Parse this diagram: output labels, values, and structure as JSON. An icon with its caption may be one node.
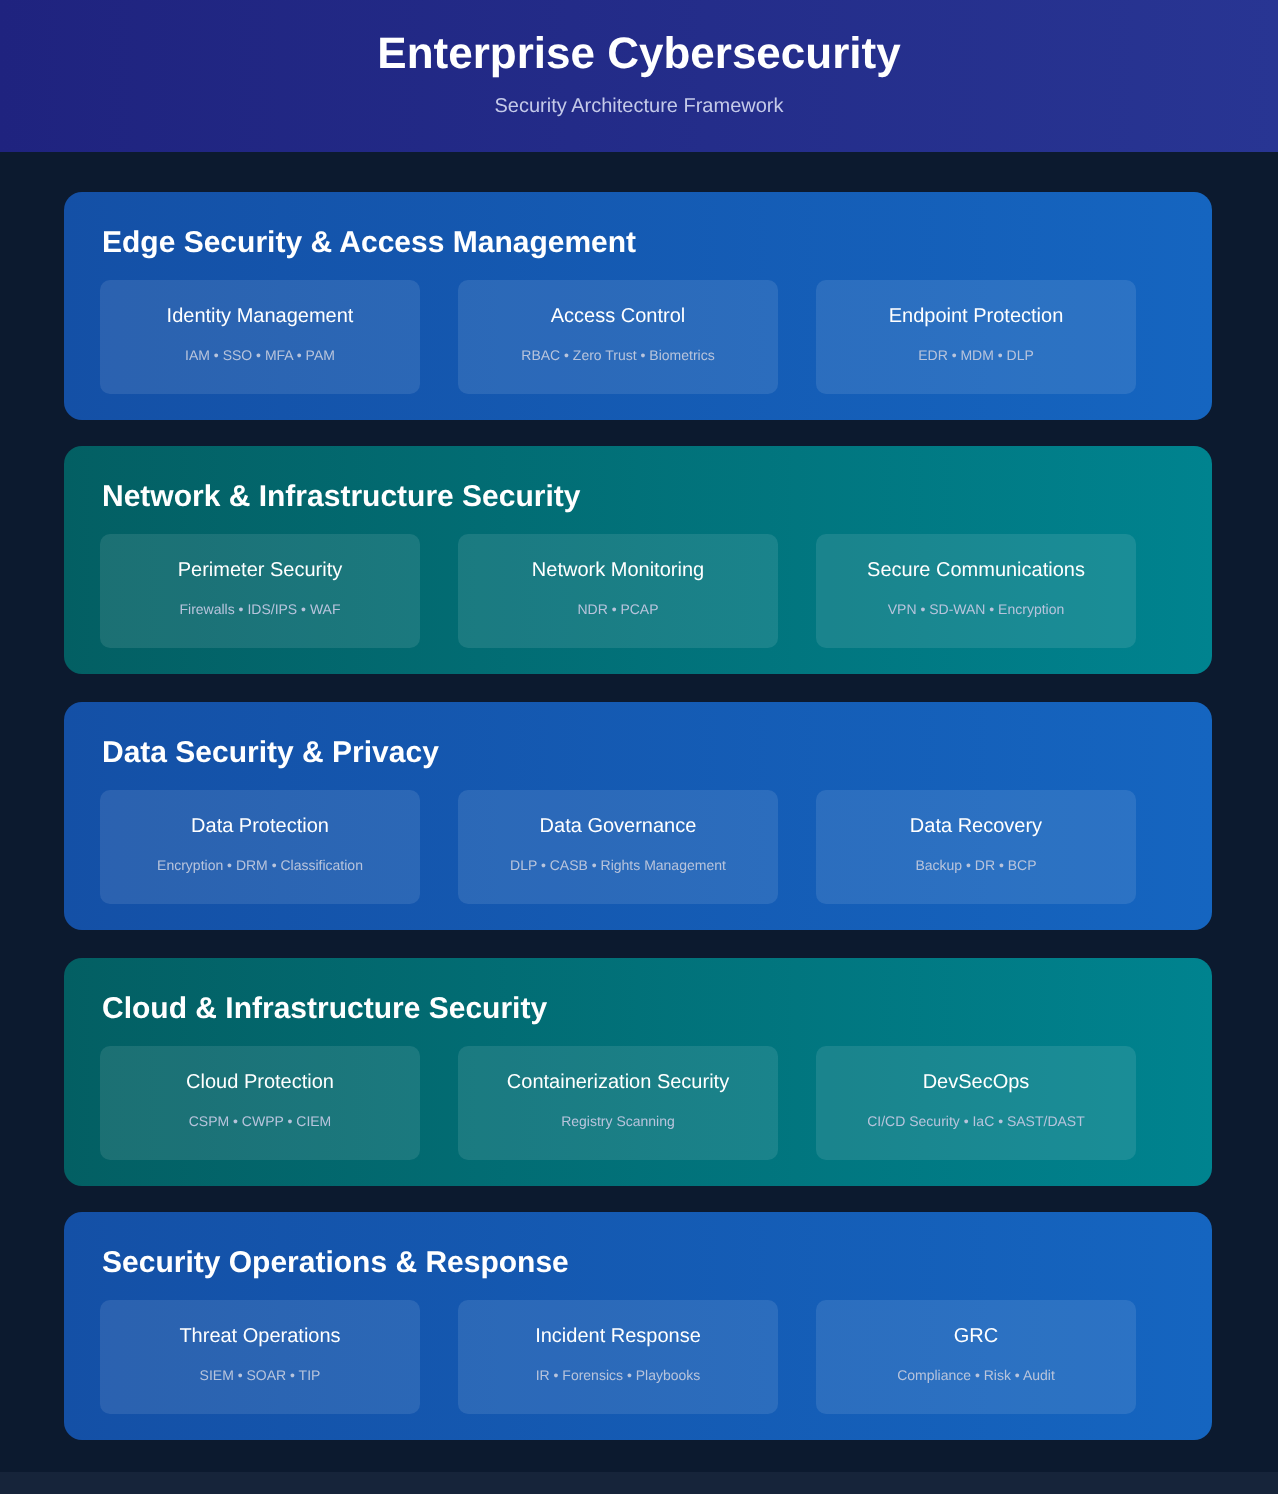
{
  "diagram": {
    "title": "Enterprise Cybersecurity",
    "nodes": [
      {
        "text": [
          "Edge Security & Access Management"
        ]
      },
      {
        "text": [
          "Identity Management",
          "IAM • SSO • MFA • PAM"
        ],
        "in": 0
      },
      {
        "text": [
          "Access Control",
          "RBAC • Zero Trust • Biometrics"
        ],
        "in": 0
      },
      {
        "text": [
          "Endpoint Protection",
          "EDR • MDM • DLP"
        ],
        "in": 0
      },
      {
        "text": [
          "Network & Infrastructure Security"
        ]
      },
      {
        "text": [
          "Perimeter Security",
          "Firewalls • IDS/IPS • WAF"
        ],
        "in": 4
      },
      {
        "text": [
          "Network Monitoring",
          "NDR • PCAP"
        ],
        "in": 4
      },
      {
        "text": [
          "Secure Communications",
          "VPN • SD-WAN • Encryption"
        ],
        "in": 4
      },
      {
        "text": [
          "Data Security & Privacy"
        ]
      },
      {
        "text": [
          "Data Protection",
          "Encryption • DRM • Classification"
        ],
        "in": 8
      },
      {
        "text": [
          "Data Governance",
          "DLP • CASB • Rights Management"
        ],
        "in": 8
      },
      {
        "text": [
          "Data Recovery",
          "Backup • DR • BCP"
        ],
        "in": 8
      },
      {
        "text": [
          "Cloud & Infrastructure Security"
        ]
      },
      {
        "text": [
          "Cloud Protection",
          "CSPM • CWPP • CIEM"
        ],
        "in": 12
      },
      {
        "text": [
          "Containerization Security",
          "Registry Scanning"
        ],
        "in": 12
      },
      {
        "text": [
          "DevSecOps",
          "CI/CD Security • IaC • SAST/DAST"
        ],
        "in": 12
      },
      {
        "text": [
          "Security Operations & Response"
        ]
      },
      {
        "text": [
          "Threat Operations",
          "SIEM • SOAR • TIP"
        ],
        "in": 16
      },
      {
        "text": [
          "Incident Response",
          "IR • Forensics • Playbooks"
        ],
        "in": 16
      },
      {
        "text": [
          "GRC",
          "Compliance • Risk • Audit"
        ],
        "in": 16
      }
    ],
    "edges": [],
    "labels": [
      "Security Architecture Framework"
    ]
  }
}
